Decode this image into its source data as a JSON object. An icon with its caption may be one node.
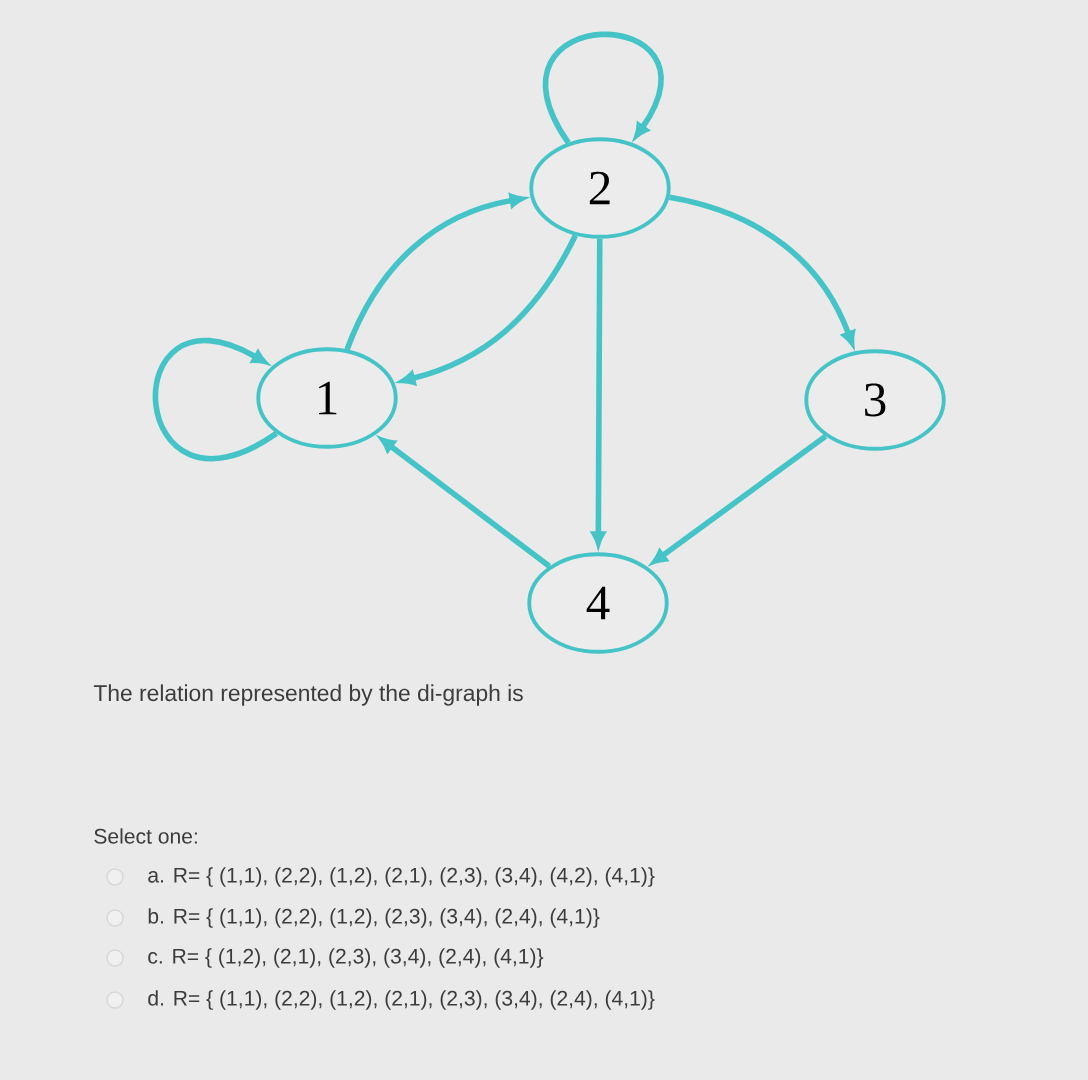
{
  "diagram": {
    "nodes": [
      {
        "text": [
          "1"
        ]
      },
      {
        "text": [
          "2"
        ]
      },
      {
        "text": [
          "3"
        ]
      },
      {
        "text": [
          "4"
        ]
      }
    ],
    "edges": [
      {
        "from": 0,
        "to": 0,
        "arrow": "to"
      },
      {
        "from": 1,
        "to": 1,
        "arrow": "to"
      },
      {
        "from": 0,
        "to": 1,
        "arrow": "to"
      },
      {
        "from": 1,
        "to": 0,
        "arrow": "to"
      },
      {
        "from": 1,
        "to": 2,
        "arrow": "to"
      },
      {
        "from": 1,
        "to": 3,
        "arrow": "to"
      },
      {
        "from": 2,
        "to": 3,
        "arrow": "to"
      },
      {
        "from": 3,
        "to": 0,
        "arrow": "to"
      }
    ],
    "labels": [
      "The relation represented by the di-graph is",
      "Select one:",
      "a. R= { (1,1), (2,2), (1,2), (2,1), (2,3), (3,4), (4,2), (4,1)}",
      "b. R= { (1,1), (2,2), (1,2), (2,3), (3,4), (2,4), (4,1)}",
      "c. R= { (1,2), (2,1), (2,3), (3,4), (2,4), (4,1)}",
      "d. R= { (1,1), (2,2), (1,2), (2,1), (2,3), (3,4), (2,4), (4,1)}"
    ]
  }
}
